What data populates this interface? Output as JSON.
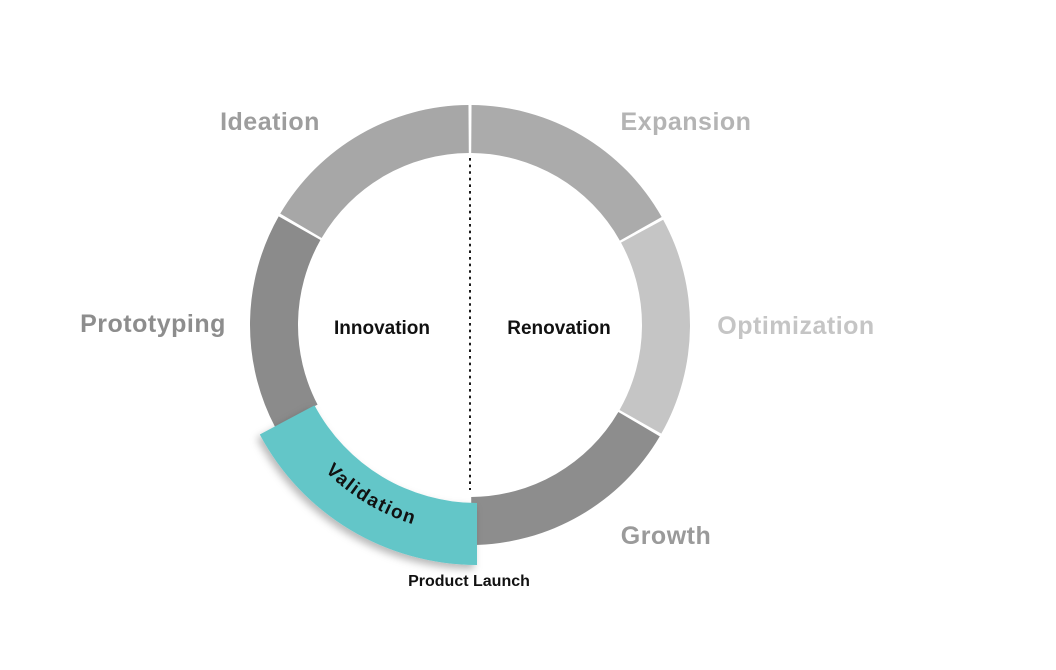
{
  "diagram": {
    "type": "product-lifecycle-donut",
    "inner_left_label": "Innovation",
    "inner_right_label": "Renovation",
    "bottom_label": "Product Launch",
    "divider_color": "#1a1a1a",
    "background": "#ffffff",
    "highlight": {
      "label": "Validation",
      "color": "#63c6c8"
    },
    "segments": [
      {
        "label": "Ideation",
        "start_deg": 300,
        "end_deg": 360,
        "color": "#a7a7a7",
        "label_color": "#9d9d9d",
        "highlighted": false
      },
      {
        "label": "Expansion",
        "start_deg": 0,
        "end_deg": 61,
        "color": "#ababab",
        "label_color": "#b4b4b4",
        "highlighted": false
      },
      {
        "label": "Optimization",
        "start_deg": 61,
        "end_deg": 120,
        "color": "#c5c5c5",
        "label_color": "#c5c5c5",
        "highlighted": false
      },
      {
        "label": "Growth",
        "start_deg": 120,
        "end_deg": 180,
        "color": "#8d8d8d",
        "label_color": "#9a9a9a",
        "highlighted": false
      },
      {
        "label": "Validation",
        "start_deg": 180,
        "end_deg": 242,
        "color": "#63c6c8",
        "label_color": "#111111",
        "highlighted": true
      },
      {
        "label": "Prototyping",
        "start_deg": 242,
        "end_deg": 300,
        "color": "#8b8b8b",
        "label_color": "#8d8d8d",
        "highlighted": false
      }
    ]
  }
}
